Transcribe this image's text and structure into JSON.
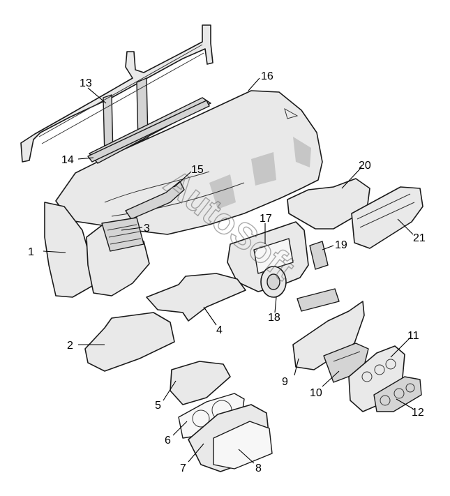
{
  "diagram": {
    "callouts": [
      {
        "id": "1",
        "label": "1"
      },
      {
        "id": "2",
        "label": "2"
      },
      {
        "id": "3",
        "label": "3"
      },
      {
        "id": "4",
        "label": "4"
      },
      {
        "id": "5",
        "label": "5"
      },
      {
        "id": "6",
        "label": "6"
      },
      {
        "id": "7",
        "label": "7"
      },
      {
        "id": "8",
        "label": "8"
      },
      {
        "id": "9",
        "label": "9"
      },
      {
        "id": "10",
        "label": "10"
      },
      {
        "id": "11",
        "label": "11"
      },
      {
        "id": "12",
        "label": "12"
      },
      {
        "id": "13",
        "label": "13"
      },
      {
        "id": "14",
        "label": "14"
      },
      {
        "id": "15",
        "label": "15"
      },
      {
        "id": "16",
        "label": "16"
      },
      {
        "id": "17",
        "label": "17"
      },
      {
        "id": "18",
        "label": "18"
      },
      {
        "id": "19",
        "label": "19"
      },
      {
        "id": "20",
        "label": "20"
      },
      {
        "id": "21",
        "label": "21"
      }
    ],
    "watermark": "AutoSoft"
  }
}
